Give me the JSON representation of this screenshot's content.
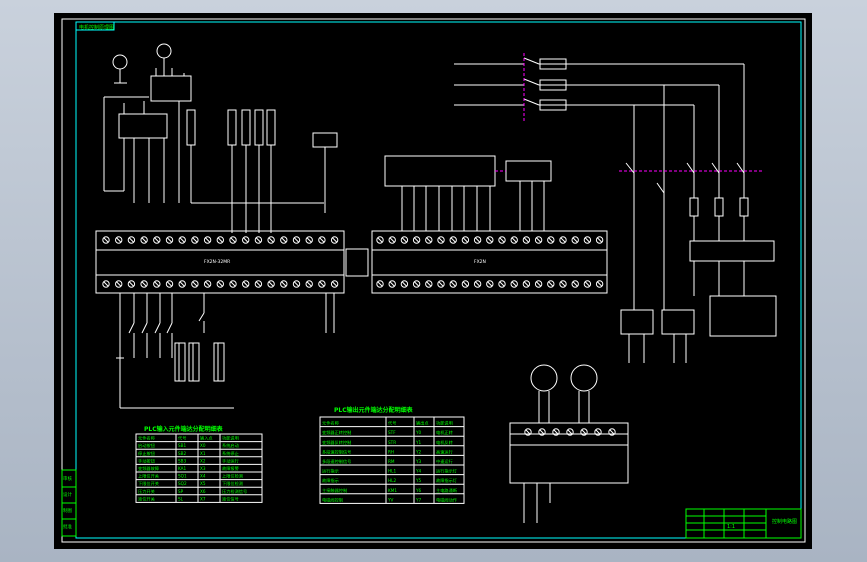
{
  "drawing": {
    "tag": "电机控制原理图",
    "plc_main_label": "FX2N-32MR",
    "plc_ext_label": "FX2N",
    "input_table": {
      "title": "PLC输入元件端达分配明细表",
      "headers": [
        "元件名称",
        "代号",
        "输入点",
        "功能说明"
      ],
      "rows": [
        [
          "启动按钮",
          "SB1",
          "X0",
          "系统启动"
        ],
        [
          "停止按钮",
          "SB2",
          "X1",
          "系统停止"
        ],
        [
          "手动按钮",
          "SB3",
          "X2",
          "手动运行"
        ],
        [
          "变频器故障",
          "KA1",
          "X3",
          "故障报警"
        ],
        [
          "上限位开关",
          "SQ1",
          "X4",
          "上限位检测"
        ],
        [
          "下限位开关",
          "SQ2",
          "X5",
          "下限位检测"
        ],
        [
          "压力开关",
          "SP",
          "X6",
          "压力检测信号"
        ],
        [
          "液位开关",
          "SL",
          "X7",
          "液位信号"
        ]
      ]
    },
    "output_table": {
      "title": "PLC输出元件端达分配明细表",
      "headers": [
        "元件名称",
        "代号",
        "输出点",
        "功能说明"
      ],
      "rows": [
        [
          "变频器正转控制",
          "STF",
          "Y0",
          "电机正转"
        ],
        [
          "变频器反转控制",
          "STR",
          "Y1",
          "电机反转"
        ],
        [
          "多段速控制信号",
          "RH",
          "Y2",
          "高速运行"
        ],
        [
          "多段速控制信号",
          "RM",
          "Y3",
          "中速运行"
        ],
        [
          "运行指示",
          "HL1",
          "Y4",
          "运行指示灯"
        ],
        [
          "故障指示",
          "HL2",
          "Y5",
          "故障指示灯"
        ],
        [
          "主接触器控制",
          "KM1",
          "Y6",
          "主电路通断"
        ],
        [
          "电磁阀控制",
          "YV",
          "Y7",
          "电磁阀动作"
        ]
      ]
    },
    "title_block": {
      "name": "控制电路图",
      "scale": "1:1"
    },
    "side_labels": [
      "审核",
      "设计",
      "制图",
      "批准"
    ],
    "colors": {
      "sheet": "#000000",
      "wire": "#ffffff",
      "border": "#00ffff",
      "text": "#00ff00",
      "dashed": "#ff00ff"
    }
  }
}
